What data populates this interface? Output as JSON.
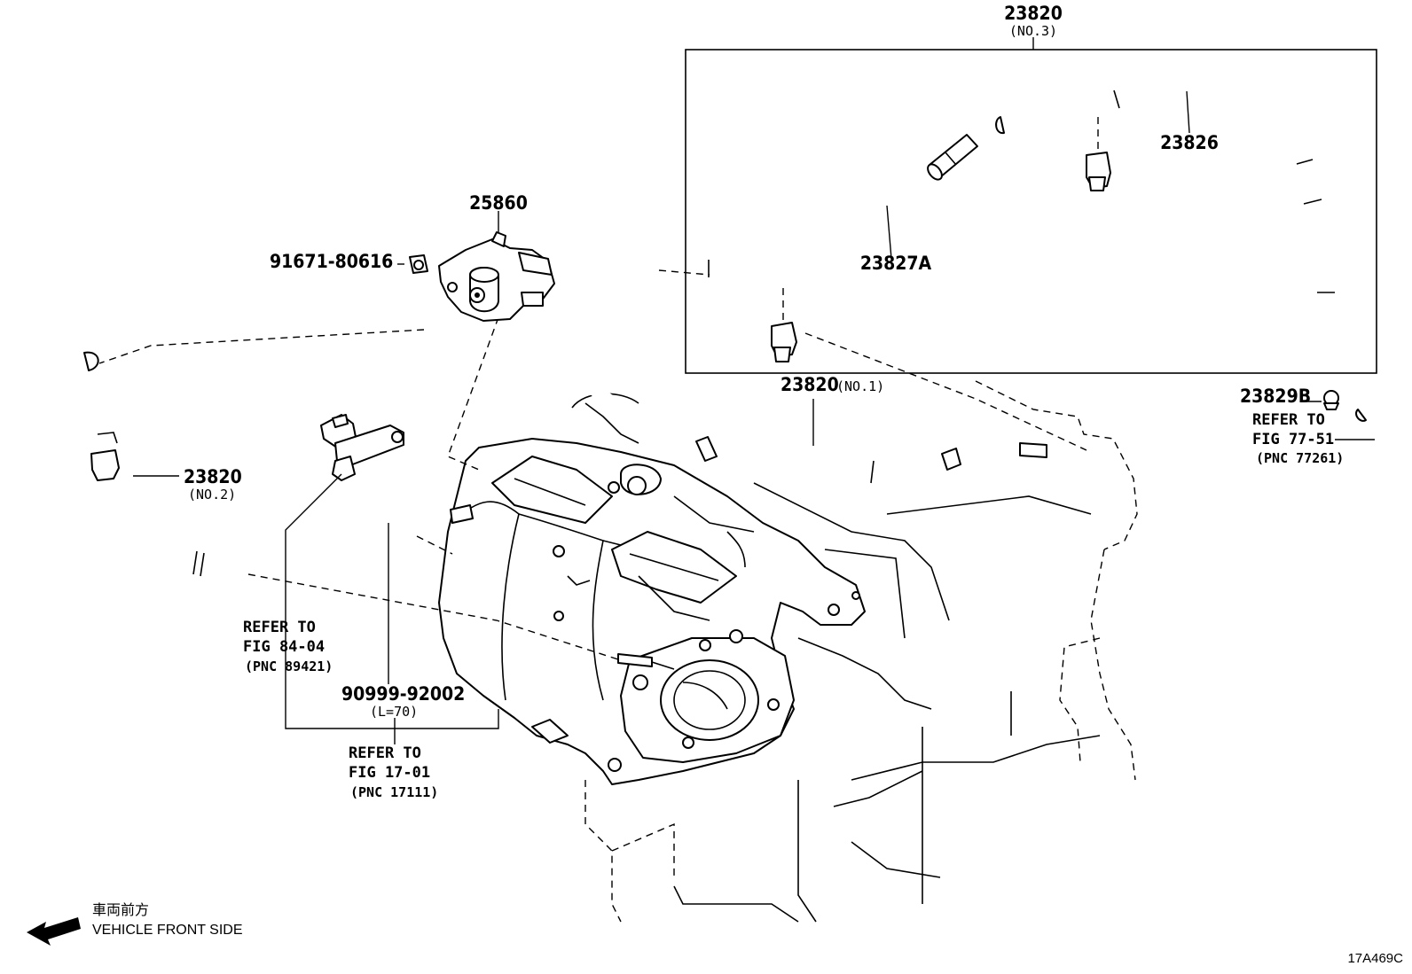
{
  "parts": {
    "hose_no3_group": {
      "number": "23820",
      "note": "(NO.3)"
    },
    "hose_23826": {
      "number": "23826"
    },
    "hose_23827a": {
      "number": "23827A"
    },
    "valve_25860": {
      "number": "25860"
    },
    "bolt": {
      "number": "91671-80616"
    },
    "hose_no1": {
      "number": "23820",
      "note": "(NO.1)"
    },
    "hose_no2": {
      "number": "23820",
      "note": "(NO.2)"
    },
    "clamp_23829b": {
      "number": "23829B"
    },
    "hose_90999": {
      "number": "90999-92002",
      "note": "(L=70)"
    }
  },
  "references": [
    {
      "line1": "REFER TO",
      "line2": "FIG 77-51",
      "pnc": "(PNC 77261)"
    },
    {
      "line1": "REFER TO",
      "line2": "FIG 84-04",
      "pnc": "(PNC 89421)"
    },
    {
      "line1": "REFER TO",
      "line2": "FIG 17-01",
      "pnc": "(PNC 17111)"
    }
  ],
  "orientation": {
    "japanese": "車両前方",
    "english": "VEHICLE FRONT SIDE",
    "arrow_icon": "arrow-left-icon"
  },
  "diagram_code": "17A469C"
}
